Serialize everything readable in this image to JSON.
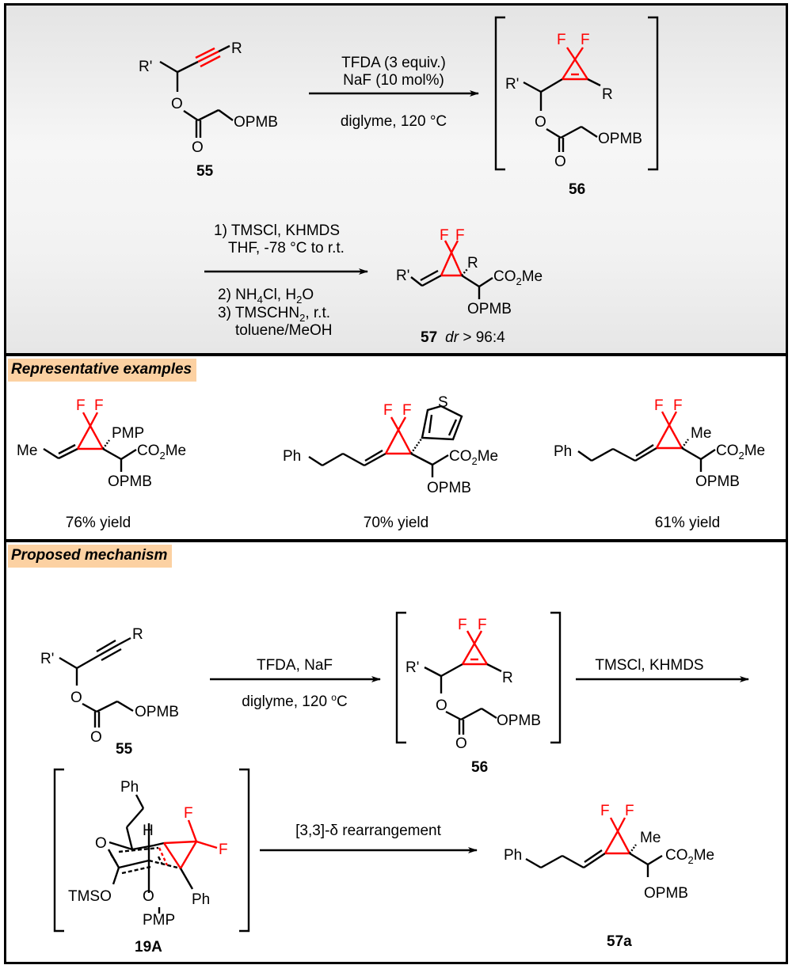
{
  "scheme": {
    "top_reaction": {
      "reactant": {
        "label": "55",
        "groups": {
          "r_prime": "R'",
          "r": "R",
          "o_ester": "O",
          "carbonyl_o": "O",
          "opmb": "OPMB"
        }
      },
      "step1": {
        "reagents_line1": "TFDA (3 equiv.)",
        "reagents_line2": "NaF (10 mol%)",
        "conditions": "diglyme, 120 °C"
      },
      "intermediate": {
        "label": "56",
        "groups": {
          "f1": "F",
          "f2": "F",
          "r_prime": "R'",
          "r": "R",
          "o_ester": "O",
          "carbonyl_o": "O",
          "opmb": "OPMB"
        }
      },
      "step2": {
        "line1": "1) TMSCl, KHMDS",
        "line2": "THF, -78 °C to r.t.",
        "line3_prefix": "2) NH",
        "line3_sub1": "4",
        "line3_mid": "Cl, H",
        "line3_sub2": "2",
        "line3_suffix": "O",
        "line4_prefix": "3) TMSCHN",
        "line4_sub": "2",
        "line4_suffix": ", r.t.",
        "line5": "toluene/MeOH"
      },
      "product": {
        "label": "57",
        "dr_label": "dr",
        "dr_value": " > 96:4",
        "groups": {
          "f1": "F",
          "f2": "F",
          "r": "R",
          "r_prime": "R'",
          "co2me_prefix": "CO",
          "co2me_sub": "2",
          "co2me_suffix": "Me",
          "opmb": "OPMB"
        }
      }
    },
    "examples": {
      "title": "Representative examples",
      "items": [
        {
          "substituent": "PMP",
          "chain": "Me",
          "yield": "76% yield"
        },
        {
          "substituent": "3-thienyl",
          "thiophene_s": "S",
          "chain": "Ph",
          "yield": "70% yield"
        },
        {
          "substituent": "Me",
          "chain": "Ph",
          "yield": "61% yield"
        }
      ],
      "common": {
        "f": "F",
        "co2me_prefix": "CO",
        "co2me_sub": "2",
        "co2me_suffix": "Me",
        "opmb": "OPMB"
      }
    },
    "mechanism": {
      "title": "Proposed mechanism",
      "reactant_label": "55",
      "step1_top": "TFDA, NaF",
      "step1_bottom_prefix": "diglyme, 120 ",
      "step1_bottom_sup": "o",
      "step1_bottom_suffix": "C",
      "intermediate_label": "56",
      "step2_top": "TMSCl, KHMDS",
      "ts": {
        "label": "19A",
        "ph_top": "Ph",
        "h": "H",
        "o_ring": "O",
        "tmso": "TMSO",
        "o_pmp": "O",
        "pmp": "PMP",
        "ph_cp": "Ph",
        "f1": "F",
        "f2": "F"
      },
      "step3": "[3,3]-δ  rearrangement",
      "product": {
        "label": "57a",
        "ph": "Ph",
        "me": "Me",
        "f1": "F",
        "f2": "F"
      }
    }
  },
  "colors": {
    "highlight_red": "#ff0000",
    "tag_bg": "#fcd1a2",
    "panel_gradient": "#eeeeee"
  }
}
